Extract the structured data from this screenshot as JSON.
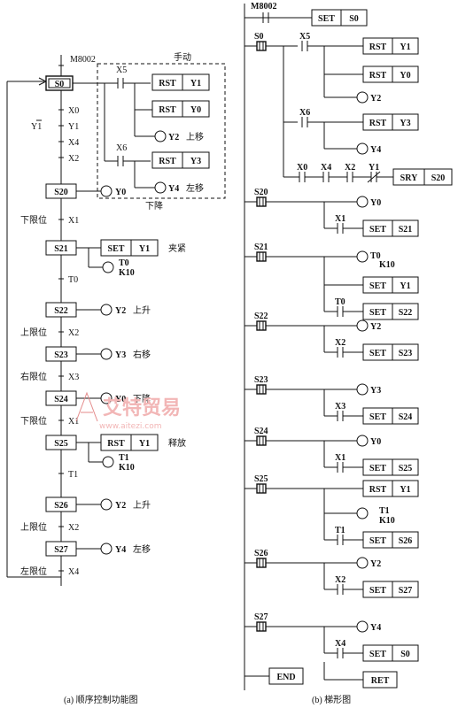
{
  "sfc": {
    "init_contact": "M8002",
    "init_step": "S0",
    "group_label_manual": "手动",
    "group_label_down": "下降",
    "s0_actions": [
      {
        "contact": "X5",
        "cmd": "RST",
        "dev": "Y1"
      },
      {
        "contact": "",
        "cmd": "RST",
        "dev": "Y0"
      },
      {
        "contact": "",
        "out": "Y2",
        "note": "上移"
      },
      {
        "contact": "X6",
        "cmd": "RST",
        "dev": "Y3"
      },
      {
        "contact": "",
        "out": "Y4",
        "note": "左移"
      }
    ],
    "init_conditions": [
      "X0",
      "Y1",
      "X4",
      "X2"
    ],
    "steps": [
      {
        "step": "S20",
        "cond_label": "下限位",
        "cond": "X1",
        "actions": [
          {
            "out": "Y0"
          }
        ]
      },
      {
        "step": "S21",
        "cond_label": "",
        "cond": "T0",
        "actions": [
          {
            "cmd": "SET",
            "dev": "Y1",
            "note": "夹紧"
          },
          {
            "out": "T0",
            "sub": "K10"
          }
        ]
      },
      {
        "step": "S22",
        "cond_label": "上限位",
        "cond": "X2",
        "actions": [
          {
            "out": "Y2",
            "note": "上升"
          }
        ]
      },
      {
        "step": "S23",
        "cond_label": "右限位",
        "cond": "X3",
        "actions": [
          {
            "out": "Y3",
            "note": "右移"
          }
        ]
      },
      {
        "step": "S24",
        "cond_label": "下限位",
        "cond": "X1",
        "actions": [
          {
            "out": "Y0",
            "note": "下降"
          }
        ]
      },
      {
        "step": "S25",
        "cond_label": "",
        "cond": "T1",
        "actions": [
          {
            "cmd": "RST",
            "dev": "Y1",
            "note": "释放"
          },
          {
            "out": "T1",
            "sub": "K10"
          }
        ]
      },
      {
        "step": "S26",
        "cond_label": "上限位",
        "cond": "X2",
        "actions": [
          {
            "out": "Y2",
            "note": "上升"
          }
        ]
      },
      {
        "step": "S27",
        "cond_label": "左限位",
        "cond": "X4",
        "actions": [
          {
            "out": "Y4",
            "note": "左移"
          }
        ]
      }
    ],
    "caption": "(a) 顺序控制功能图"
  },
  "ladder": {
    "init_contact": "M8002",
    "init_cmd": "SET",
    "init_dev": "S0",
    "s0": {
      "step": "S0",
      "x5": "X5",
      "x6": "X6",
      "rst1": [
        "RST",
        "Y1"
      ],
      "rst2": [
        "RST",
        "Y0"
      ],
      "out_y2": "Y2",
      "rst3": [
        "RST",
        "Y3"
      ],
      "out_y4": "Y4",
      "chain": [
        "X0",
        "X4",
        "X2",
        "Y1"
      ],
      "chain_cmd": [
        "SRY",
        "S20"
      ]
    },
    "blocks": [
      {
        "step": "S20",
        "out": "Y0",
        "cond": "X1",
        "cmd": "SET",
        "dev": "S21"
      },
      {
        "step": "S21",
        "out": "T0",
        "sub": "K10",
        "mid": [
          "SET",
          "Y1"
        ],
        "cond": "T0",
        "cmd": "SET",
        "dev": "S22"
      },
      {
        "step": "S22",
        "out": "Y2",
        "cond": "X2",
        "cmd": "SET",
        "dev": "S23"
      },
      {
        "step": "S23",
        "out": "Y3",
        "cond": "X3",
        "cmd": "SET",
        "dev": "S24"
      },
      {
        "step": "S24",
        "out": "Y0",
        "cond": "X1",
        "cmd": "SET",
        "dev": "S25"
      },
      {
        "step": "S25",
        "mid": [
          "RST",
          "Y1"
        ],
        "out": "T1",
        "sub": "K10",
        "cond": "T1",
        "cmd": "SET",
        "dev": "S26"
      },
      {
        "step": "S26",
        "out": "Y2",
        "cond": "X2",
        "cmd": "SET",
        "dev": "S27"
      },
      {
        "step": "S27",
        "out": "Y4",
        "cond": "X4",
        "cmd": "SET",
        "dev": "S0"
      }
    ],
    "end_label": "END",
    "ret_label": "RET",
    "caption": "(b) 梯形图"
  },
  "watermark": {
    "brand": "艾特贸易",
    "url": "www.aitezi.com"
  }
}
